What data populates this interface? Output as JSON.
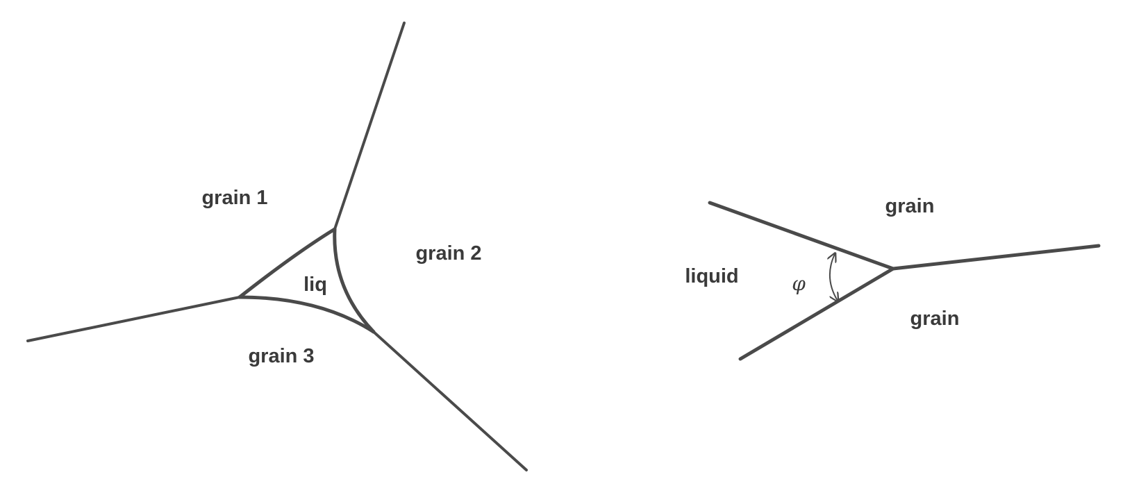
{
  "colors": {
    "line": "#4a4a4a",
    "text": "#3a3a3a",
    "background": "#ffffff"
  },
  "left_diagram": {
    "labels": {
      "grain_1": "grain 1",
      "grain_2": "grain 2",
      "grain_3": "grain 3",
      "liquid_pocket": "liq"
    }
  },
  "right_diagram": {
    "labels": {
      "liquid": "liquid",
      "grain_top": "grain",
      "grain_bottom": "grain",
      "dihedral_angle": "φ"
    }
  }
}
